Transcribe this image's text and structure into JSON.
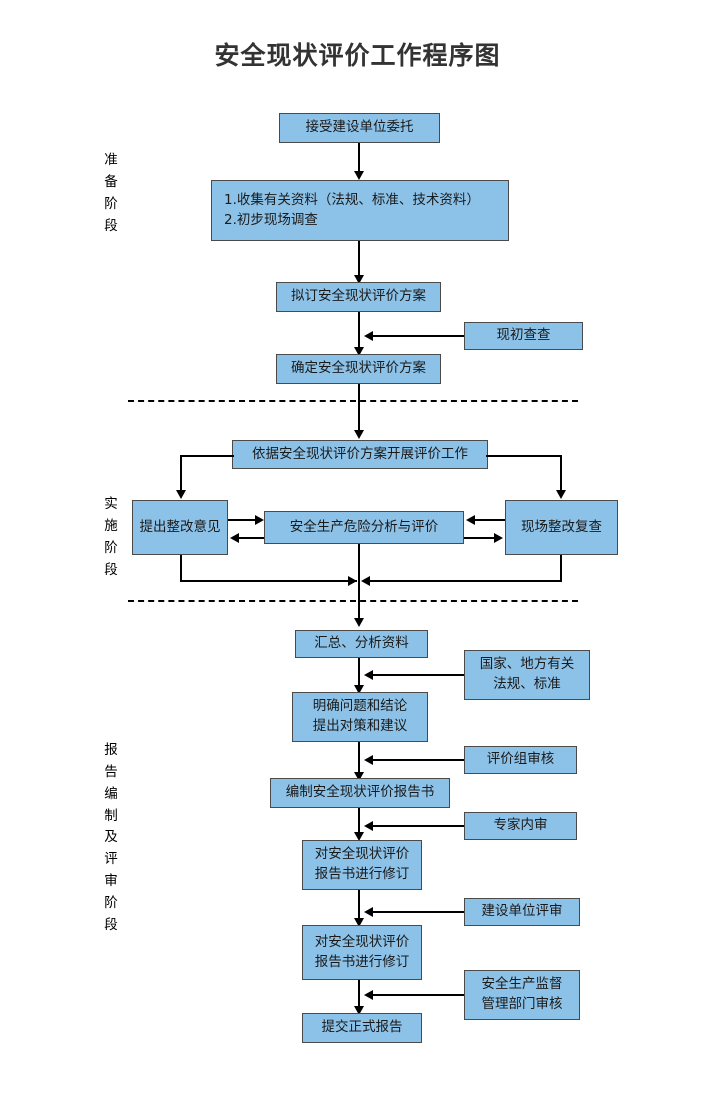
{
  "title": "安全现状评价工作程序图",
  "phases": [
    {
      "id": "preparation",
      "label": "准备阶段"
    },
    {
      "id": "implementation",
      "label": "实施阶段"
    },
    {
      "id": "reporting",
      "label": "报告编制及评审阶段"
    }
  ],
  "nodes": {
    "accept_commission": "接受建设单位委托",
    "collect_data_line1": "1.收集有关资料（法规、标准、技术资料）",
    "collect_data_line2": "2.初步现场调查",
    "draft_plan": "拟订安全现状评价方案",
    "preliminary_survey": "现初查查",
    "confirm_plan": "确定安全现状评价方案",
    "conduct_evaluation": "依据安全现状评价方案开展评价工作",
    "rectification_opinion": "提出整改意见",
    "risk_analysis": "安全生产危险分析与评价",
    "onsite_recheck": "现场整改复查",
    "summarize_data": "汇总、分析资料",
    "conclusion_line1": "明确问题和结论",
    "conclusion_line2": "提出对策和建议",
    "national_local_line1": "国家、地方有关",
    "national_local_line2": "法规、标准",
    "group_review": "评价组审核",
    "compile_report": "编制安全现状评价报告书",
    "expert_review": "专家内审",
    "revise_report_1_line1": "对安全现状评价",
    "revise_report_1_line2": "报告书进行修订",
    "owner_review": "建设单位评审",
    "revise_report_2_line1": "对安全现状评价",
    "revise_report_2_line2": "报告书进行修订",
    "authority_review_line1": "安全生产监督",
    "authority_review_line2": "管理部门审核",
    "submit_report": "提交正式报告"
  },
  "colors": {
    "node_fill": "#8DC2E8",
    "node_border": "#4a4a4a",
    "connector": "#000000",
    "title": "#333333",
    "background": "#ffffff"
  },
  "chart_data": {
    "type": "diagram",
    "title": "安全现状评价工作程序图",
    "diagram_kind": "flowchart",
    "orientation": "top-to-bottom",
    "swimlanes": [
      "准备阶段",
      "实施阶段",
      "报告编制及评审阶段"
    ],
    "steps": [
      {
        "lane": "准备阶段",
        "text": "接受建设单位委托"
      },
      {
        "lane": "准备阶段",
        "text": "1.收集有关资料（法规、标准、技术资料） 2.初步现场调查"
      },
      {
        "lane": "准备阶段",
        "text": "拟订安全现状评价方案"
      },
      {
        "lane": "准备阶段",
        "text": "确定安全现状评价方案",
        "input_note": "现初查查"
      },
      {
        "lane": "实施阶段",
        "text": "依据安全现状评价方案开展评价工作"
      },
      {
        "lane": "实施阶段",
        "text": "提出整改意见"
      },
      {
        "lane": "实施阶段",
        "text": "安全生产危险分析与评价"
      },
      {
        "lane": "实施阶段",
        "text": "现场整改复查"
      },
      {
        "lane": "报告编制及评审阶段",
        "text": "汇总、分析资料"
      },
      {
        "lane": "报告编制及评审阶段",
        "text": "明确问题和结论 提出对策和建议",
        "input_note": "国家、地方有关法规、标准"
      },
      {
        "lane": "报告编制及评审阶段",
        "text": "编制安全现状评价报告书",
        "input_note": "评价组审核"
      },
      {
        "lane": "报告编制及评审阶段",
        "text": "对安全现状评价报告书进行修订",
        "input_note": "专家内审"
      },
      {
        "lane": "报告编制及评审阶段",
        "text": "对安全现状评价报告书进行修订",
        "input_note": "建设单位评审"
      },
      {
        "lane": "报告编制及评审阶段",
        "text": "提交正式报告",
        "input_note": "安全生产监督管理部门审核"
      }
    ]
  }
}
